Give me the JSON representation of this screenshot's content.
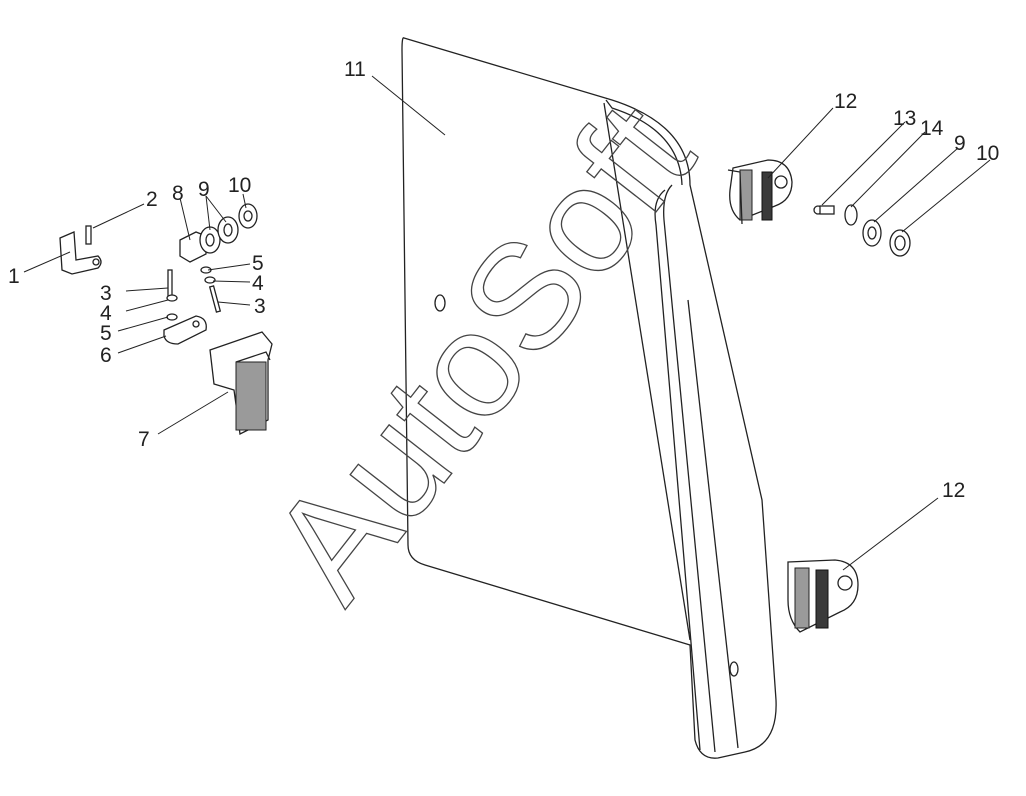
{
  "diagram": {
    "watermark": "AutoSoft",
    "callouts": {
      "c1": "1",
      "c2": "2",
      "c8": "8",
      "c9a": "9",
      "c10a": "10",
      "c5a": "5",
      "c4a": "4",
      "c3a": "3",
      "c3b": "3",
      "c4b": "4",
      "c5b": "5",
      "c6": "6",
      "c7": "7",
      "c11": "11",
      "c12a": "12",
      "c13": "13",
      "c14": "14",
      "c9b": "9",
      "c10b": "10",
      "c12b": "12"
    }
  }
}
